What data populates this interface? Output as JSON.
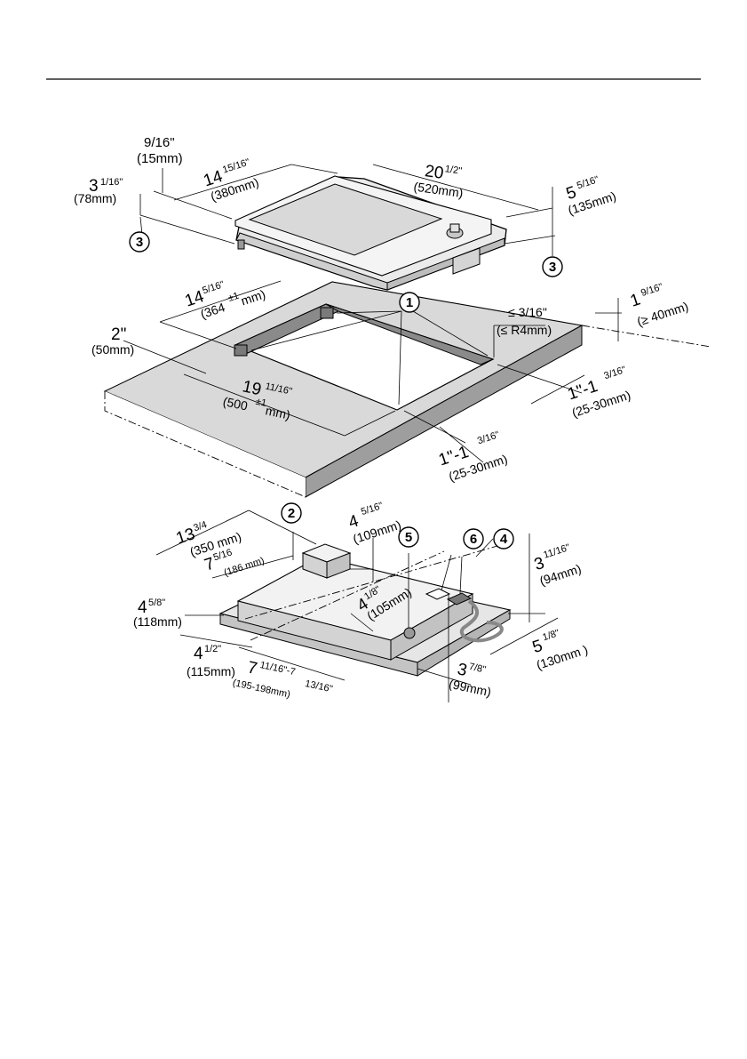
{
  "callouts": [
    "1",
    "2",
    "3",
    "4",
    "5",
    "6"
  ],
  "top_unit": {
    "depth_top": {
      "main": "9/16\"",
      "mm": "(15mm)"
    },
    "height_left": {
      "main": "3",
      "frac": "1/16\"",
      "mm": "(78mm)"
    },
    "width": {
      "main": "14",
      "frac": "15/16\"",
      "mm": "(380mm)"
    },
    "length": {
      "main": "20",
      "frac": "1/2\"",
      "mm": "(520mm)"
    },
    "height_right": {
      "main": "5",
      "frac": "5/16\"",
      "mm": "(135mm)"
    }
  },
  "cutout": {
    "width": {
      "main": "14",
      "frac": "5/16\"",
      "mm": "(364",
      "tol": "±1",
      "mm2": "mm)"
    },
    "left_margin": {
      "main": "2\"",
      "mm": "(50mm)"
    },
    "length": {
      "main": "19",
      "frac": "11/16\"",
      "mm": "(500",
      "tol": "±1",
      "mm2": " mm)"
    },
    "radius": {
      "main": "≤ 3/16\"",
      "mm": "(≤ R4mm)"
    },
    "worktop": {
      "main": "1",
      "frac": "9/16\"",
      "mm": "(≥ 40mm)"
    },
    "gap_right": {
      "main": "1\"-1",
      "frac": "3/16\"",
      "mm": "(25-30mm)"
    },
    "gap_front": {
      "main": "1\"-1",
      "frac": "3/16\"",
      "mm": "(25-30mm)"
    }
  },
  "bottom_unit": {
    "width": {
      "main": "13",
      "frac": "3/4",
      "mm": "(350 mm)"
    },
    "box_offset": {
      "main": "7",
      "frac": "5/16",
      "mm": "(186 mm)"
    },
    "box_height": {
      "main": "4",
      "frac": "5/16\"",
      "mm": "(109mm)"
    },
    "inner": {
      "main": "4",
      "frac": "1/8\"",
      "mm": "(105mm)"
    },
    "left_a": {
      "main": "4",
      "frac": "5/8\"",
      "mm": "(118mm)"
    },
    "left_b": {
      "main": "4",
      "frac": "1/2\"",
      "mm": "(115mm)"
    },
    "front": {
      "main": "7",
      "frac": "11/16\"-7",
      "frac2": "13/16\"",
      "mm": "(195-198mm)"
    },
    "depth": {
      "main": "3",
      "frac": "11/16\"",
      "mm": "(94mm)"
    },
    "right": {
      "main": "5",
      "frac": "1/8\"",
      "mm": "(130mm )"
    },
    "drain": {
      "main": "3",
      "frac": "7/8\"",
      "mm": "(99mm)"
    }
  }
}
